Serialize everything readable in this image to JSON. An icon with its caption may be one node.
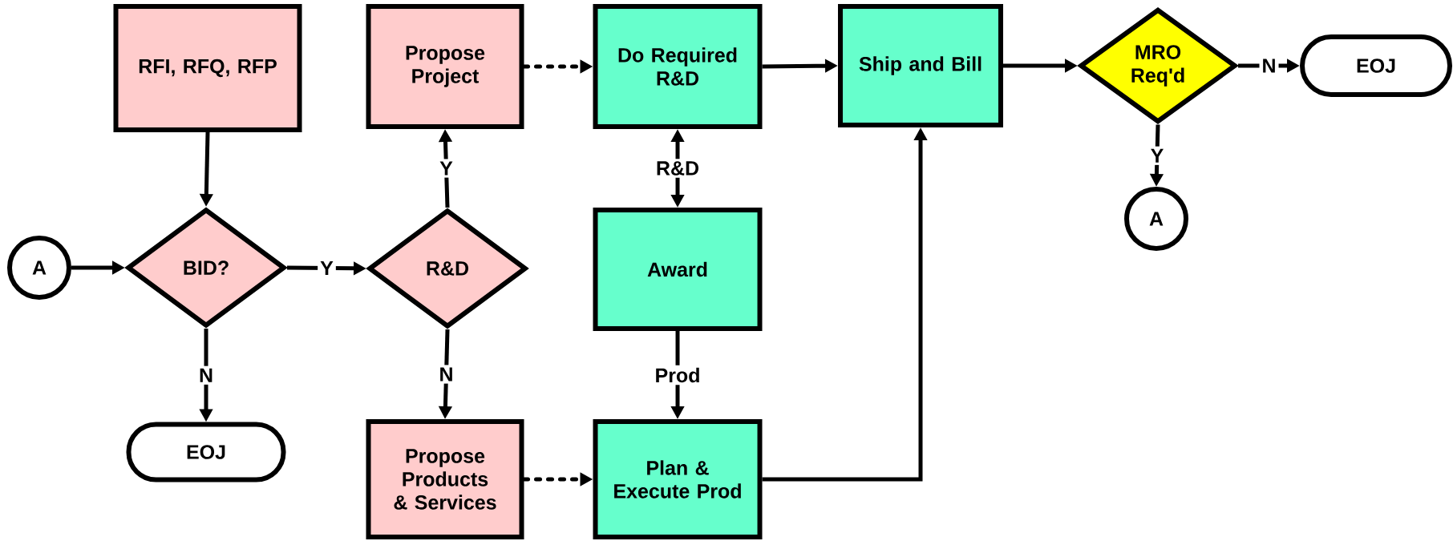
{
  "diagram": {
    "nodes": [
      {
        "text": [
          "A"
        ]
      },
      {
        "text": [
          "RFI, RFQ, RFP"
        ]
      },
      {
        "text": [
          "BID?"
        ]
      },
      {
        "text": [
          "EOJ"
        ]
      },
      {
        "text": [
          "Propose Project"
        ]
      },
      {
        "text": [
          "R&D"
        ]
      },
      {
        "text": [
          "Propose Products & Services"
        ]
      },
      {
        "text": [
          "Do Required R&D"
        ]
      },
      {
        "text": [
          "Award"
        ]
      },
      {
        "text": [
          "Plan & Execute Prod"
        ]
      },
      {
        "text": [
          "Ship and Bill"
        ]
      },
      {
        "text": [
          "MRO Req'd"
        ]
      },
      {
        "text": [
          "EOJ"
        ]
      },
      {
        "text": [
          "A"
        ]
      }
    ],
    "edges": [
      {
        "from": 0,
        "to": 2,
        "arrow": "to"
      },
      {
        "from": 1,
        "to": 2,
        "arrow": "to"
      },
      {
        "from": 2,
        "to": 5,
        "arrow": "to",
        "label": "Y"
      },
      {
        "from": 2,
        "to": 3,
        "arrow": "to",
        "label": "N"
      },
      {
        "from": 5,
        "to": 4,
        "arrow": "to",
        "label": "Y"
      },
      {
        "from": 5,
        "to": 6,
        "arrow": "to",
        "label": "N"
      },
      {
        "from": 4,
        "to": 7,
        "arrow": "to",
        "style": "dashed"
      },
      {
        "from": 6,
        "to": 9,
        "arrow": "to",
        "style": "dashed"
      },
      {
        "from": 7,
        "to": 8,
        "arrow": "both",
        "label": "R&D"
      },
      {
        "from": 8,
        "to": 9,
        "arrow": "to",
        "label": "Prod"
      },
      {
        "from": 7,
        "to": 10,
        "arrow": "to"
      },
      {
        "from": 9,
        "to": 10,
        "arrow": "to"
      },
      {
        "from": 10,
        "to": 11,
        "arrow": "to"
      },
      {
        "from": 11,
        "to": 12,
        "arrow": "to",
        "label": "N"
      },
      {
        "from": 11,
        "to": 13,
        "arrow": "to",
        "label": "Y"
      }
    ]
  }
}
